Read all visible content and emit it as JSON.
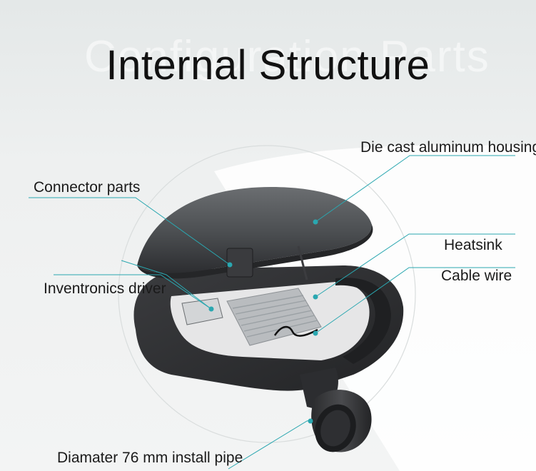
{
  "diagram": {
    "ghost_text": "Configuration Parts",
    "title": "Internal Structure",
    "labels": {
      "housing": "Die cast aluminum housing",
      "connector": "Connector parts",
      "heatsink": "Heatsink",
      "cable": "Cable wire",
      "driver": "Inventronics driver",
      "pipe": "Diamater 76 mm install pipe"
    }
  },
  "colors": {
    "leader_line": "#2aa7b0",
    "housing": "#4a4d50",
    "body_dark": "#2f3033",
    "interior": "#e9e9ea"
  }
}
